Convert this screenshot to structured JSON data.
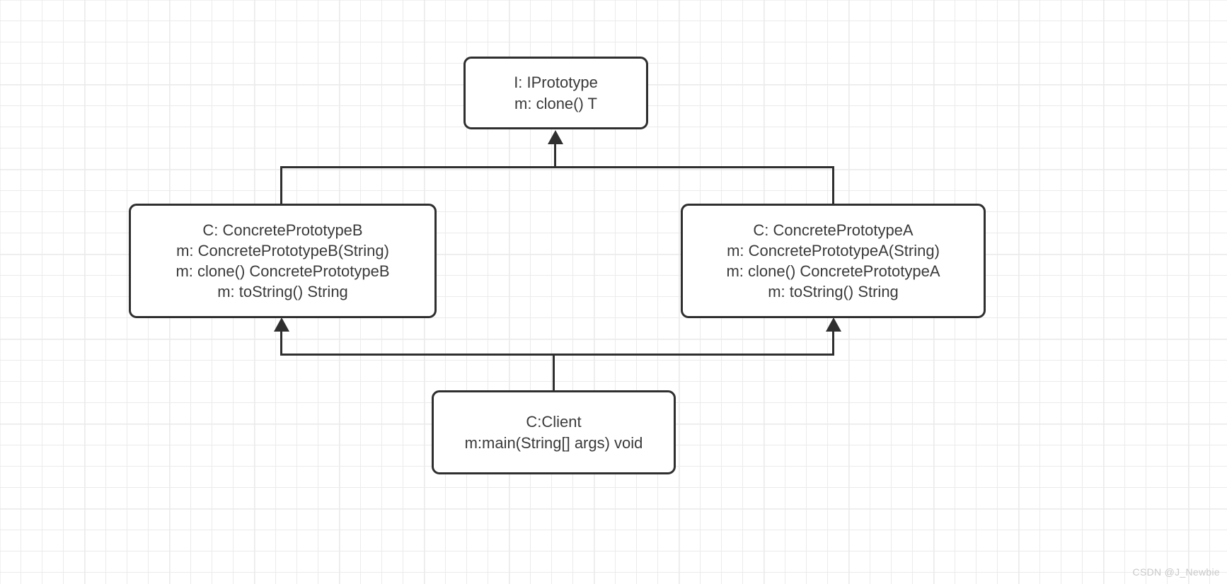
{
  "diagram": {
    "title": "Prototype Pattern UML Class Diagram",
    "background": "#ffffff",
    "line_color": "#2f2f2f",
    "grid_color": "#ebebeb",
    "text_color": "#3a3a3a"
  },
  "boxes": {
    "iprototype": {
      "name": "IPrototype",
      "lines": [
        "I:  IPrototype",
        "m: clone() T"
      ]
    },
    "concrete_b": {
      "name": "ConcretePrototypeB",
      "lines": [
        "C: ConcretePrototypeB",
        "m: ConcretePrototypeB(String)",
        "m: clone() ConcretePrototypeB",
        "m: toString() String"
      ]
    },
    "concrete_a": {
      "name": "ConcretePrototypeA",
      "lines": [
        "C: ConcretePrototypeA",
        "m: ConcretePrototypeA(String)",
        "m: clone() ConcretePrototypeA",
        "m: toString() String"
      ]
    },
    "client": {
      "name": "Client",
      "lines": [
        "C:Client",
        "m:main(String[] args) void"
      ]
    }
  },
  "connections": [
    {
      "from": "concrete_b",
      "to": "iprototype",
      "type": "realization"
    },
    {
      "from": "concrete_a",
      "to": "iprototype",
      "type": "realization"
    },
    {
      "from": "client",
      "to": "concrete_b",
      "type": "dependency"
    },
    {
      "from": "client",
      "to": "concrete_a",
      "type": "dependency"
    }
  ],
  "watermark": {
    "text": "CSDN @J_Newbie"
  }
}
